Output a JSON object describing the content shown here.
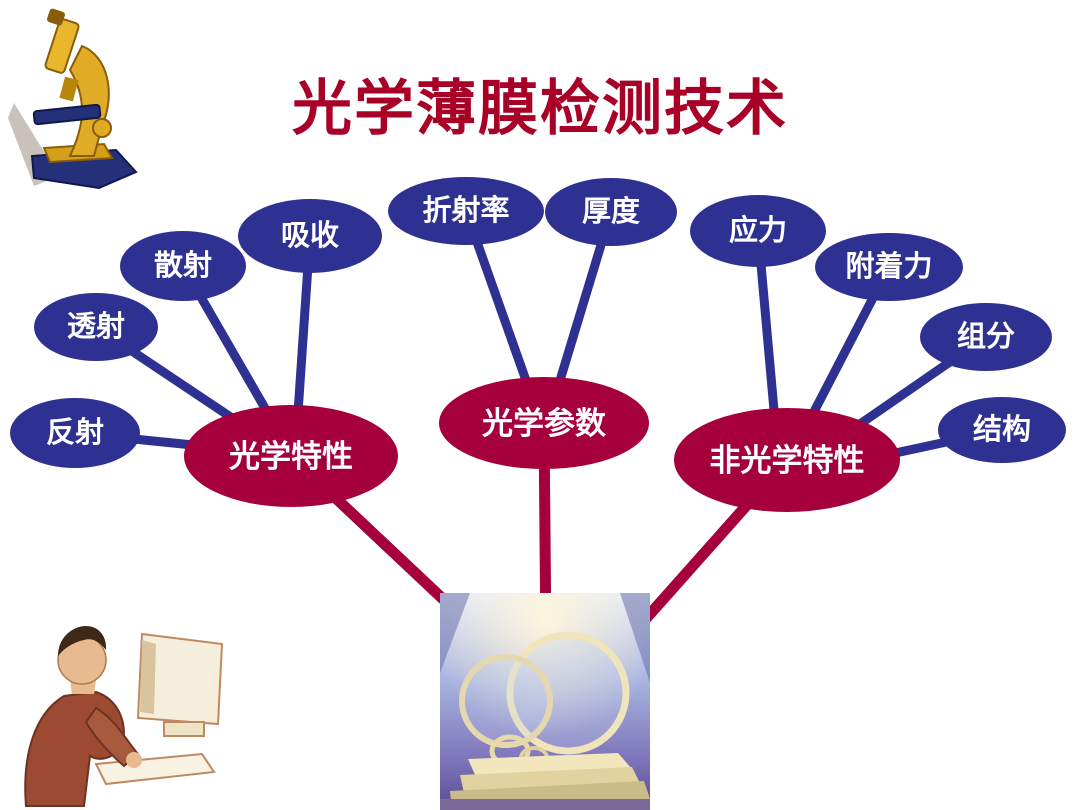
{
  "title": "光学薄膜检测技术",
  "colors": {
    "title_red": "#A80026",
    "hub_crimson": "#A5003C",
    "leaf_blue": "#2E3192",
    "node_text": "#FFFFFF",
    "background": "#FFFFFF"
  },
  "diagram": {
    "hubs": [
      {
        "label": "光学特性"
      },
      {
        "label": "光学参数"
      },
      {
        "label": "非光学特性"
      }
    ],
    "leaves": [
      {
        "label": "反射",
        "hub": "光学特性"
      },
      {
        "label": "透射",
        "hub": "光学特性"
      },
      {
        "label": "散射",
        "hub": "光学特性"
      },
      {
        "label": "吸收",
        "hub": "光学特性"
      },
      {
        "label": "折射率",
        "hub": "光学参数"
      },
      {
        "label": "厚度",
        "hub": "光学参数"
      },
      {
        "label": "应力",
        "hub": "非光学特性"
      },
      {
        "label": "附着力",
        "hub": "非光学特性"
      },
      {
        "label": "组分",
        "hub": "非光学特性"
      },
      {
        "label": "结构",
        "hub": "非光学特性"
      }
    ]
  },
  "images": {
    "top_left": "microscope-clipart",
    "bottom_left": "person-at-computer-clipart",
    "center_bottom": "optical-lenses-photo"
  }
}
